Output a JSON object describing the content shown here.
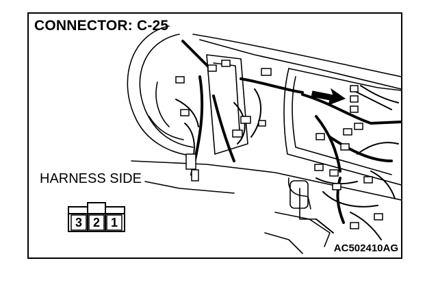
{
  "title": "CONNECTOR: C-25",
  "harness_side_label": "HARNESS SIDE",
  "connector_pins": [
    "3",
    "2",
    "1"
  ],
  "figure_id": "AC502410AG"
}
